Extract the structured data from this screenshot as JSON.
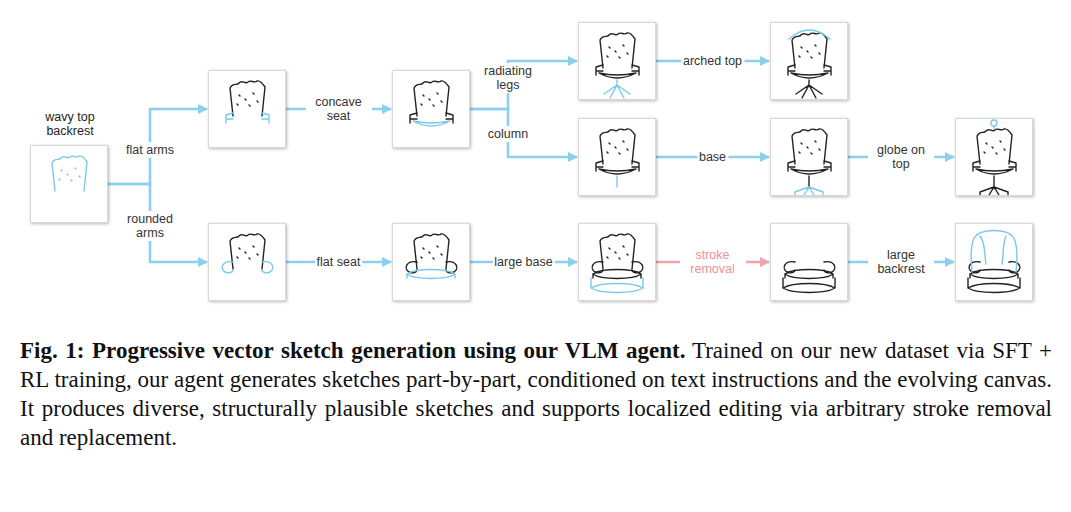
{
  "diagram": {
    "title": "Fig. 1: Progressive vector sketch generation using our VLM agent.",
    "caption": "Trained on our new dataset via SFT + RL training, our agent generates sketches part-by-part, conditioned on text instructions and the evolving canvas. It produces diverse, structurally plausible sketches and supports localized editing via arbitrary stroke removal and replacement.",
    "nodes": [
      {
        "text": [
          "wavy top backrest"
        ]
      },
      {
        "text": []
      },
      {
        "text": []
      },
      {
        "text": []
      },
      {
        "text": []
      },
      {
        "text": []
      },
      {
        "text": []
      },
      {
        "text": []
      },
      {
        "text": []
      },
      {
        "text": []
      },
      {
        "text": []
      },
      {
        "text": []
      },
      {
        "text": []
      }
    ],
    "edges": [
      {
        "from": 0,
        "to": 1,
        "label": "flat arms",
        "arrow": "to"
      },
      {
        "from": 0,
        "to": 8,
        "label": "rounded arms",
        "arrow": "to"
      },
      {
        "from": 1,
        "to": 2,
        "label": "concave seat",
        "arrow": "to"
      },
      {
        "from": 2,
        "to": 3,
        "label": "radiating legs",
        "arrow": "to"
      },
      {
        "from": 2,
        "to": 5,
        "label": "column",
        "arrow": "to"
      },
      {
        "from": 3,
        "to": 4,
        "label": "arched top",
        "arrow": "to"
      },
      {
        "from": 5,
        "to": 6,
        "label": "base",
        "arrow": "to"
      },
      {
        "from": 6,
        "to": 7,
        "label": "globe on top",
        "arrow": "to"
      },
      {
        "from": 8,
        "to": 9,
        "label": "flat seat",
        "arrow": "to"
      },
      {
        "from": 9,
        "to": 10,
        "label": "large base",
        "arrow": "to"
      },
      {
        "from": 10,
        "to": 11,
        "label": "stroke removal",
        "arrow": "to"
      },
      {
        "from": 11,
        "to": 12,
        "label": "large backrest",
        "arrow": "to"
      }
    ]
  }
}
